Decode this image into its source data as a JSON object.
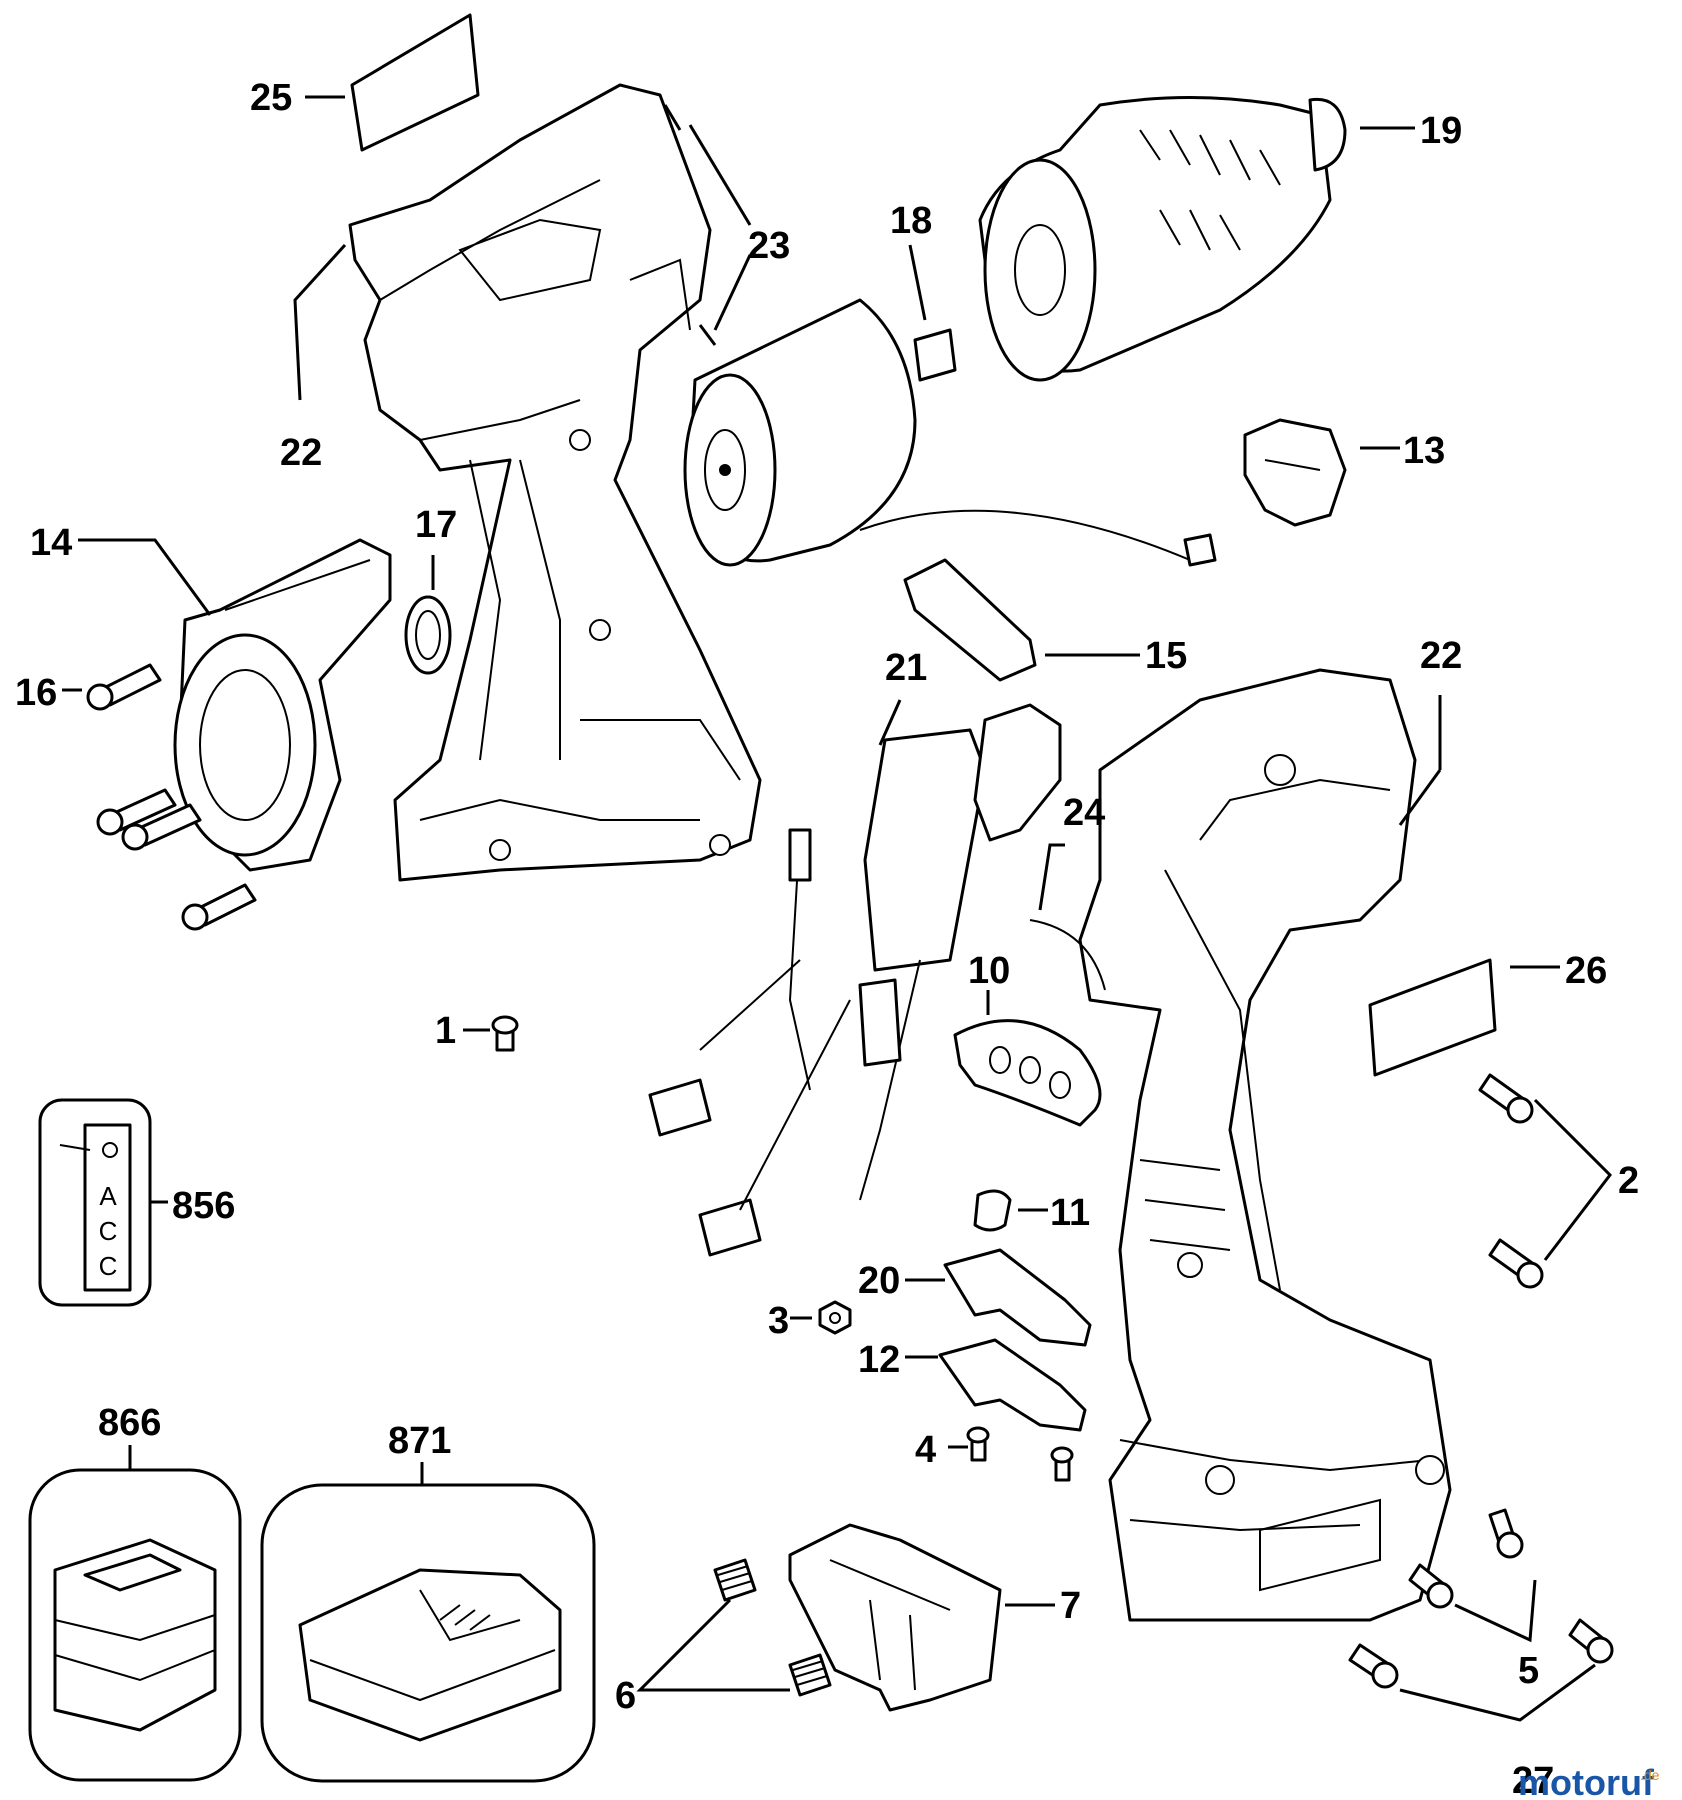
{
  "labels": {
    "l25": "25",
    "l23": "23",
    "l22a": "22",
    "l18": "18",
    "l19": "19",
    "l13": "13",
    "l14": "14",
    "l17": "17",
    "l16": "16",
    "l15": "15",
    "l21": "21",
    "l22b": "22",
    "l24": "24",
    "l26": "26",
    "l10": "10",
    "l1": "1",
    "l856": "856",
    "l2": "2",
    "l11": "11",
    "l20": "20",
    "l3": "3",
    "l12": "12",
    "l4": "4",
    "l866": "866",
    "l871": "871",
    "l7": "7",
    "l6": "6",
    "l5": "5",
    "l27": "27"
  },
  "acc_box": {
    "line1": "A",
    "line2": "C",
    "line3": "C"
  },
  "watermark": {
    "brand": "motoruf",
    "suffix": ".de"
  },
  "colors": {
    "ink": "#000000",
    "background": "#ffffff",
    "watermark_blue": "#1a56a8",
    "watermark_orange": "#e08a12"
  }
}
